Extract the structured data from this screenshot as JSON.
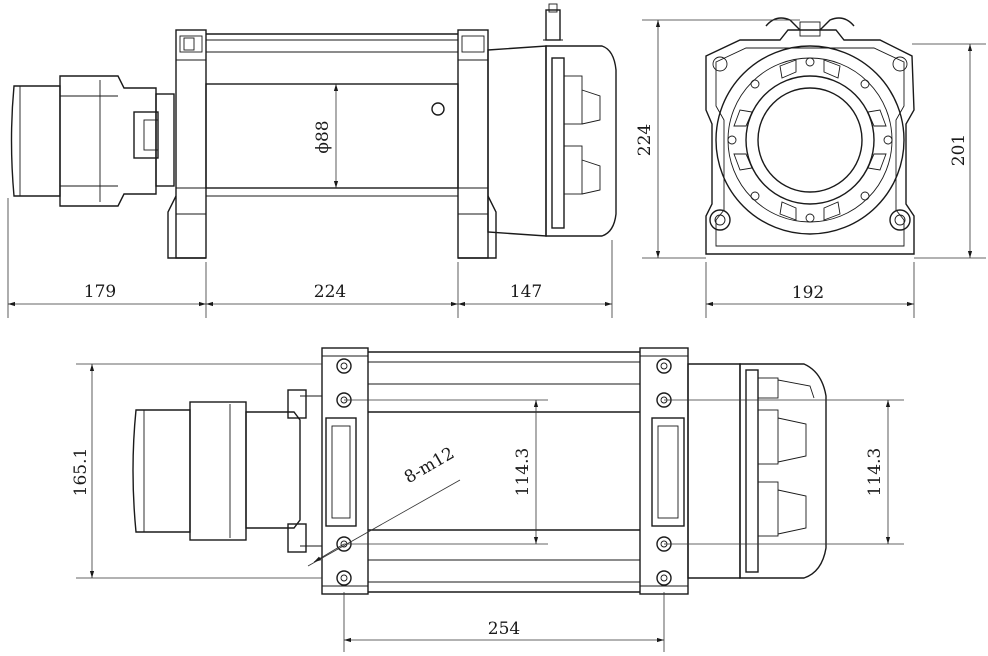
{
  "dimensions": {
    "side_view": {
      "motor_length": "179",
      "drum_length": "224",
      "gearbox_length": "147",
      "drum_diameter": "ϕ88"
    },
    "end_view": {
      "overall_height": "224",
      "flange_height": "201",
      "overall_width": "192"
    },
    "top_view": {
      "overall_depth": "165.1",
      "bolt_spacing_left": "114.3",
      "bolt_spacing_right": "114.3",
      "bolt_callout": "8-m12",
      "bolt_span": "254"
    }
  }
}
